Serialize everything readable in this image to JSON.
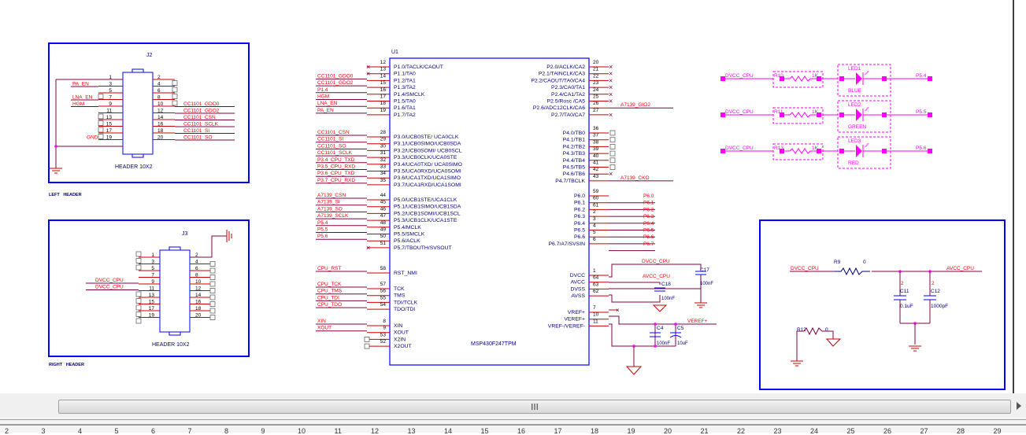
{
  "colors": {
    "frame": "#0000ff",
    "pin": "#cc0000",
    "net_label": "#ff0000",
    "wire": "#800040",
    "part_text": "#000080",
    "led_section": "#ff00ff",
    "ground": "#cc0000"
  },
  "left_header": {
    "refdes": "J2",
    "part_value": "HEADER 10X2",
    "caption": "LEFT   HEADER",
    "left_pins": [
      "1",
      "3",
      "5",
      "7",
      "9",
      "11",
      "13",
      "15",
      "17",
      "19"
    ],
    "right_pins": [
      "2",
      "4",
      "6",
      "8",
      "10",
      "12",
      "14",
      "16",
      "18",
      "20"
    ],
    "left_nets": [
      {
        "pin": "3",
        "label": "PA_EN"
      },
      {
        "pin": "7",
        "label": "LNA_EN"
      },
      {
        "pin": "9",
        "label": "HGM"
      },
      {
        "pin": "19",
        "label": "GND"
      }
    ],
    "right_nets": [
      {
        "pin": "10",
        "label": "CC1101_GDO0"
      },
      {
        "pin": "12",
        "label": "CC1101_GDO2"
      },
      {
        "pin": "14",
        "label": "CC1101_CSN"
      },
      {
        "pin": "16",
        "label": "CC1101_SCLK"
      },
      {
        "pin": "18",
        "label": "CC1101_SI"
      },
      {
        "pin": "20",
        "label": "CC1101_SO"
      }
    ]
  },
  "right_header": {
    "refdes": "J3",
    "part_value": "HEADER 10X2",
    "caption": "RIGHT   HEADER",
    "left_pins": [
      "1",
      "3",
      "5",
      "7",
      "9",
      "11",
      "13",
      "15",
      "17",
      "19"
    ],
    "right_pins": [
      "2",
      "4",
      "6",
      "8",
      "10",
      "12",
      "14",
      "16",
      "18",
      "20"
    ],
    "left_nets": [
      {
        "pin": "7",
        "label": "DVCC_CPU"
      },
      {
        "pin": "9",
        "label": "DVCC_CPU"
      }
    ]
  },
  "mcu": {
    "refdes": "U1",
    "part_value": "MSP430F247TPM",
    "left_groups": [
      [
        {
          "num": "12",
          "name": "P1.0/TACLK/CAOUT",
          "net": "",
          "nc": true
        },
        {
          "num": "13",
          "name": "P1.1/TA0",
          "net": "",
          "nc": true
        },
        {
          "num": "14",
          "name": "P1.2/TA1",
          "net": "CC1101_GDO0"
        },
        {
          "num": "15",
          "name": "P1.3/TA2",
          "net": "CC1101_GDO2"
        },
        {
          "num": "16",
          "name": "P1.4/SMCLK",
          "net": "P1.4"
        },
        {
          "num": "17",
          "name": "P1.5/TA0",
          "net": "HGM"
        },
        {
          "num": "18",
          "name": "P1.6/TA1",
          "net": "LNA_EN"
        },
        {
          "num": "19",
          "name": "P1.7/TA2",
          "net": "PA_EN"
        }
      ],
      [
        {
          "num": "28",
          "name": "P3.0/UCB0STE/ UCA0CLK",
          "net": "CC1101_CSN"
        },
        {
          "num": "29",
          "name": "P3.1/UCB0SIMO/UCB0SDA",
          "net": "CC1101_SI"
        },
        {
          "num": "30",
          "name": "P3.2/UCB0SOMI/ UCB0SCL",
          "net": "CC1101_SO"
        },
        {
          "num": "31",
          "name": "P3.3/UCB0CLK/UCA0STE",
          "net": "CC1101_SCLK"
        },
        {
          "num": "32",
          "name": "P3.4/UCA0TXD/ UCA0SIMO",
          "net": "P3.4_CPU_TXD"
        },
        {
          "num": "33",
          "name": "P3.5/UCA0RXD/UCA0SOMI",
          "net": "P3.5_CPU_RXD"
        },
        {
          "num": "34",
          "name": "P3.6/UCA1TXD/UCA1SIMO",
          "net": "P3.6_CPU_TXD"
        },
        {
          "num": "35",
          "name": "P3.7/UCA1RXD/UCA1SOMI",
          "net": "P3.7_CPU_RXD"
        }
      ],
      [
        {
          "num": "44",
          "name": "P5.0/UCB1STE/UCA1CLK",
          "net": "A7139_CSN"
        },
        {
          "num": "45",
          "name": "P5.1/UCB1SIMO/UCB1SDA",
          "net": "A7139_SI"
        },
        {
          "num": "46",
          "name": "P5.2/UCB1SOMI/UCB1SCL",
          "net": "A7139_SO"
        },
        {
          "num": "47",
          "name": "P5.3/UCB1CLK/UCA1STE",
          "net": "A7139_SCLK"
        },
        {
          "num": "48",
          "name": "P5.4/MCLK",
          "net": "P5.4"
        },
        {
          "num": "49",
          "name": "P5.5/SMCLK",
          "net": "P5.5"
        },
        {
          "num": "50",
          "name": "P5.6/ACLK",
          "net": "P5.6"
        },
        {
          "num": "51",
          "name": "P5.7/TBOUTH/SVSOUT",
          "net": "",
          "nc": true
        }
      ],
      [
        {
          "num": "58",
          "name": "RST_NMI",
          "net": "CPU_RST"
        }
      ],
      [
        {
          "num": "57",
          "name": "TCK",
          "net": "CPU_TCK"
        },
        {
          "num": "56",
          "name": "TMS",
          "net": "CPU_TMS"
        },
        {
          "num": "55",
          "name": "TDI/TCLK",
          "net": "CPU_TDI"
        },
        {
          "num": "54",
          "name": "TDO/TDI",
          "net": "CPU_TDO"
        }
      ],
      [
        {
          "num": "8",
          "name": "XIN",
          "net": "XIN"
        },
        {
          "num": "9",
          "name": "XOUT",
          "net": "XOUT"
        },
        {
          "num": "53",
          "name": "X2IN",
          "net": "",
          "open": true
        },
        {
          "num": "52",
          "name": "X2OUT",
          "net": "",
          "open": true
        }
      ]
    ],
    "right_groups": [
      [
        {
          "num": "20",
          "name": "P2.0/ACLK/CA2",
          "net": "",
          "nc": true
        },
        {
          "num": "21",
          "name": "P2.1/TAINCLK/CA3",
          "net": "",
          "nc": true
        },
        {
          "num": "22",
          "name": "P2.2/CAOUT/TA0/CA4",
          "net": "",
          "nc": true
        },
        {
          "num": "23",
          "name": "P2.3/CA0/TA1",
          "net": "",
          "nc": true
        },
        {
          "num": "24",
          "name": "P2.4/CA1/TA2",
          "net": "",
          "nc": true
        },
        {
          "num": "25",
          "name": "P2.5/Rosc /CA5",
          "net": "",
          "nc": true
        },
        {
          "num": "26",
          "name": "P2.6/ADC12CLK/CA6",
          "net": "A7139_GIO2"
        },
        {
          "num": "27",
          "name": "P2.7/TA0/CA7",
          "net": "",
          "nc": true
        }
      ],
      [
        {
          "num": "36",
          "name": "P4.0/TB0",
          "net": "",
          "open": true
        },
        {
          "num": "37",
          "name": "P4.1/TB1",
          "net": "",
          "open": true
        },
        {
          "num": "38",
          "name": "P4.2/TB2",
          "net": "",
          "open": true
        },
        {
          "num": "39",
          "name": "P4.3/TB3",
          "net": "",
          "open": true
        },
        {
          "num": "40",
          "name": "P4.4/TB4",
          "net": "",
          "open": true
        },
        {
          "num": "41",
          "name": "P4.5/TB5",
          "net": "",
          "open": true
        },
        {
          "num": "42",
          "name": "P4.6/TB6",
          "net": "",
          "nc": true
        },
        {
          "num": "43",
          "name": "P4.7/TBCLK",
          "net": "A7139_CKO"
        }
      ],
      [
        {
          "num": "59",
          "name": "P6.0",
          "net": "P6.0"
        },
        {
          "num": "60",
          "name": "P6.1",
          "net": "P6.1"
        },
        {
          "num": "61",
          "name": "P6.2",
          "net": "P6.2"
        },
        {
          "num": "2",
          "name": "P6.3",
          "net": "P6.3"
        },
        {
          "num": "3",
          "name": "P6.4",
          "net": "P6.4"
        },
        {
          "num": "4",
          "name": "P6.5",
          "net": "P6.5"
        },
        {
          "num": "5",
          "name": "P6.6",
          "net": "P6.6"
        },
        {
          "num": "6",
          "name": "P6.7/A7/SVSIN",
          "net": "P6.7"
        }
      ],
      [
        {
          "num": "1",
          "name": "DVCC"
        },
        {
          "num": "64",
          "name": "AVCC"
        },
        {
          "num": "63",
          "name": "DVSS"
        },
        {
          "num": "62",
          "name": "AVSS"
        }
      ],
      [
        {
          "num": "7",
          "name": "VREF+"
        },
        {
          "num": "10",
          "name": "VEREF+"
        },
        {
          "num": "11",
          "name": "VREF-/VEREF-"
        }
      ]
    ],
    "power_nets": {
      "dvcc": "DVCC_CPU",
      "avcc": "AVCC_CPU",
      "veref": "VEREF+"
    },
    "caps": [
      {
        "ref": "C17",
        "value": "100nF"
      },
      {
        "ref": "C18",
        "value": "100nF"
      },
      {
        "ref": "C4",
        "value": "100nF"
      },
      {
        "ref": "C5",
        "value": "10uF"
      }
    ]
  },
  "leds": [
    {
      "net_in": "DVCC_CPU",
      "res_ref": "R10",
      "res_value": "1K",
      "led_ref": "LED1",
      "color_label": "BLUE",
      "net_out": "P5.4"
    },
    {
      "net_in": "DVCC_CPU",
      "res_ref": "R11",
      "res_value": "1K",
      "led_ref": "LED2",
      "color_label": "GREEN",
      "net_out": "P5.5"
    },
    {
      "net_in": "DVCC_CPU",
      "res_ref": "R13",
      "res_value": "1K",
      "led_ref": "LED3",
      "color_label": "RED",
      "net_out": "P5.6"
    }
  ],
  "power_filter": {
    "net_in": "DVCC_CPU",
    "r9_ref": "R9",
    "r9_value": "0",
    "net_out": "AVCC_CPU",
    "c11_pin": "2",
    "c11_ref": "C11",
    "c11_value": "0.1uF",
    "c12_pin": "2",
    "c12_ref": "C12",
    "c12_value": "1000pF",
    "r12_ref": "R12",
    "r12_value": "0"
  },
  "scrollbar": {
    "grip_label": "III"
  },
  "ruler": {
    "ticks": [
      "2",
      "3",
      "4",
      "5",
      "6",
      "7",
      "8",
      "9",
      "10",
      "11",
      "12",
      "13",
      "14",
      "15",
      "16",
      "17",
      "18",
      "19",
      "20",
      "21",
      "22",
      "23",
      "24",
      "25",
      "26",
      "27",
      "28",
      "29"
    ]
  }
}
